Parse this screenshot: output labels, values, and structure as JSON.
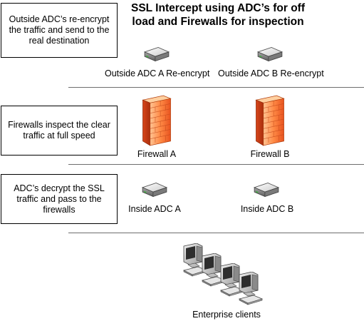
{
  "title": "SSL Intercept using ADC’s for off load and Firewalls for inspection",
  "tiers": [
    {
      "description": "Outside ADC’s re-encrypt the traffic and send to the real destination",
      "devices": [
        "Outside ADC A Re-encrypt",
        "Outside ADC B Re-encrypt"
      ],
      "device_icon": "adc-appliance-icon"
    },
    {
      "description": "Firewalls inspect the clear traffic at full speed",
      "devices": [
        "Firewall A",
        "Firewall B"
      ],
      "device_icon": "firewall-icon"
    },
    {
      "description": "ADC’s decrypt the SSL traffic and pass to the firewalls",
      "devices": [
        "Inside ADC A",
        "Inside ADC B"
      ],
      "device_icon": "adc-appliance-icon"
    }
  ],
  "clients": {
    "label": "Enterprise clients",
    "icon": "workstation-icon",
    "count": 4
  },
  "colors": {
    "firewall_dark": "#e0451b",
    "firewall_light": "#ffb27a",
    "appliance_led": "#3fae3f",
    "separator": "#6e6e6e"
  }
}
